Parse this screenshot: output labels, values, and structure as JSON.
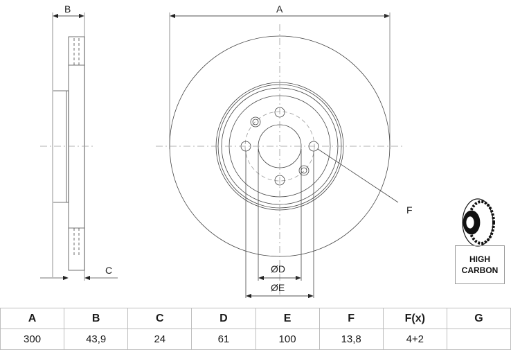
{
  "drawing": {
    "side_view_labels": {
      "thickness": "B",
      "min_thickness": "C"
    },
    "front_view_labels": {
      "diameter": "A",
      "bolt_hole": "F",
      "center_bore": "ØD",
      "hub_diameter": "ØE"
    }
  },
  "badge": {
    "line1": "HIGH",
    "line2": "CARBON",
    "icon": "brake-disc-icon"
  },
  "spec_table": {
    "headers": [
      "A",
      "B",
      "C",
      "D",
      "E",
      "F",
      "F(x)",
      "G"
    ],
    "values": [
      "300",
      "43,9",
      "24",
      "61",
      "100",
      "13,8",
      "4+2",
      ""
    ]
  }
}
